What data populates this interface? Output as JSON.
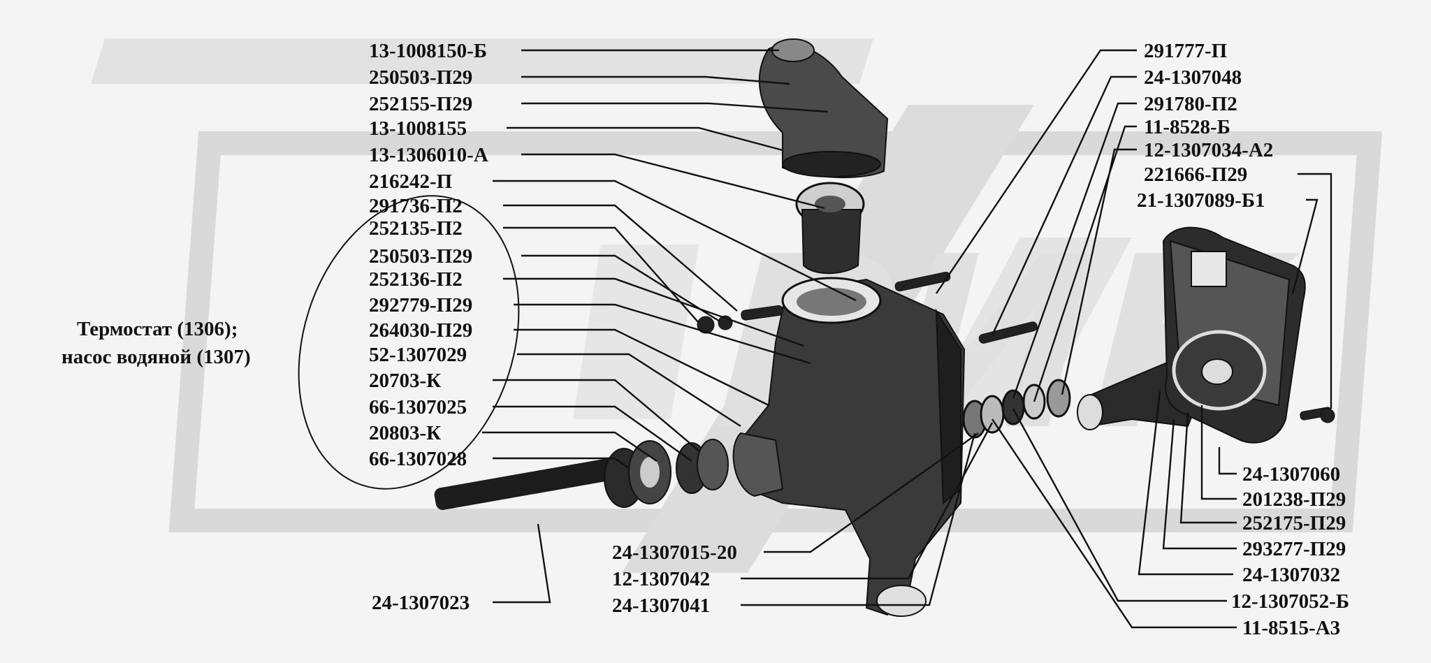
{
  "title_lines": [
    "Термостат (1306);",
    "насос водяной (1307)"
  ],
  "labels_left": [
    "13-1008150-Б",
    "250503-П29",
    "252155-П29",
    "13-1008155",
    "13-1306010-А",
    "216242-П",
    "291736-П2",
    "252135-П2",
    "250503-П29",
    "252136-П2",
    "292779-П29",
    "264030-П29",
    "52-1307029",
    "20703-К",
    "66-1307025",
    "20803-К",
    "66-1307028"
  ],
  "labels_right_top": [
    "291777-П",
    "24-1307048",
    "291780-П2",
    "11-8528-Б",
    "12-1307034-А2",
    "221666-П29",
    "21-1307089-Б1"
  ],
  "labels_right_bottom": [
    "24-1307060",
    "201238-П29",
    "252175-П29",
    "293277-П29",
    "24-1307032",
    "12-1307052-Б",
    "11-8515-А3"
  ],
  "labels_bottom_center": [
    "24-1307015-20",
    "12-1307042",
    "24-1307041"
  ],
  "label_bottom_left": "24-1307023",
  "colors": {
    "background": "#f4f4f4",
    "ink": "#111111",
    "watermark": "#d6d6d6",
    "part_fill": "#3a3a3a"
  }
}
